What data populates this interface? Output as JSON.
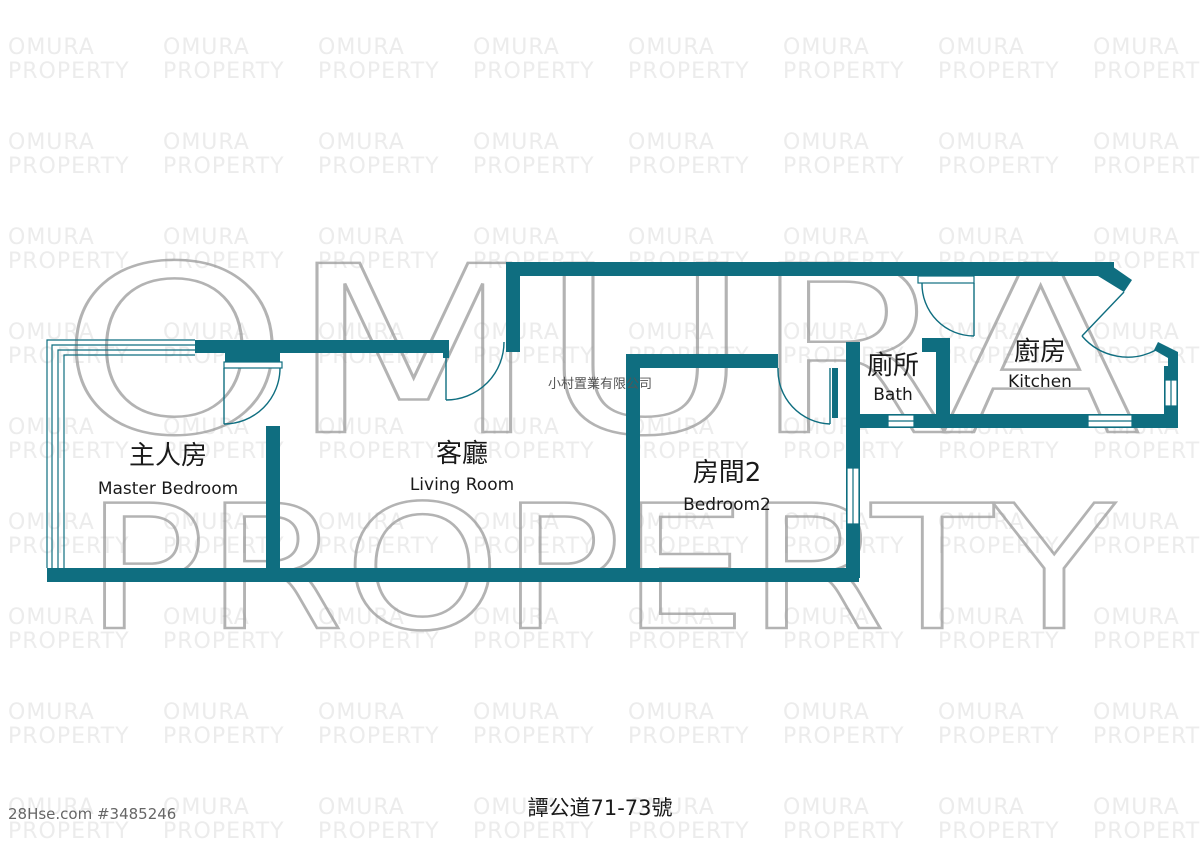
{
  "watermark": {
    "line1": "OMURA",
    "line2": "PROPERTY",
    "big_line1": "OMURA",
    "big_line2": "PROPERTY"
  },
  "agency_label": "小村置業有限公司",
  "rooms": {
    "master_bedroom": {
      "zh": "主人房",
      "en": "Master Bedroom"
    },
    "living_room": {
      "zh": "客廳",
      "en": "Living Room"
    },
    "bedroom2": {
      "zh": "房間2",
      "en": "Bedroom2"
    },
    "bath": {
      "zh": "廁所",
      "en": "Bath"
    },
    "kitchen": {
      "zh": "廚房",
      "en": "Kitchen"
    }
  },
  "address": "譚公道71-73號",
  "listing_ref": "28Hse.com #3485246",
  "colors": {
    "wall": "#0f6e80",
    "watermark_big": "#9a9a9a",
    "watermark_small": "#ececec"
  }
}
